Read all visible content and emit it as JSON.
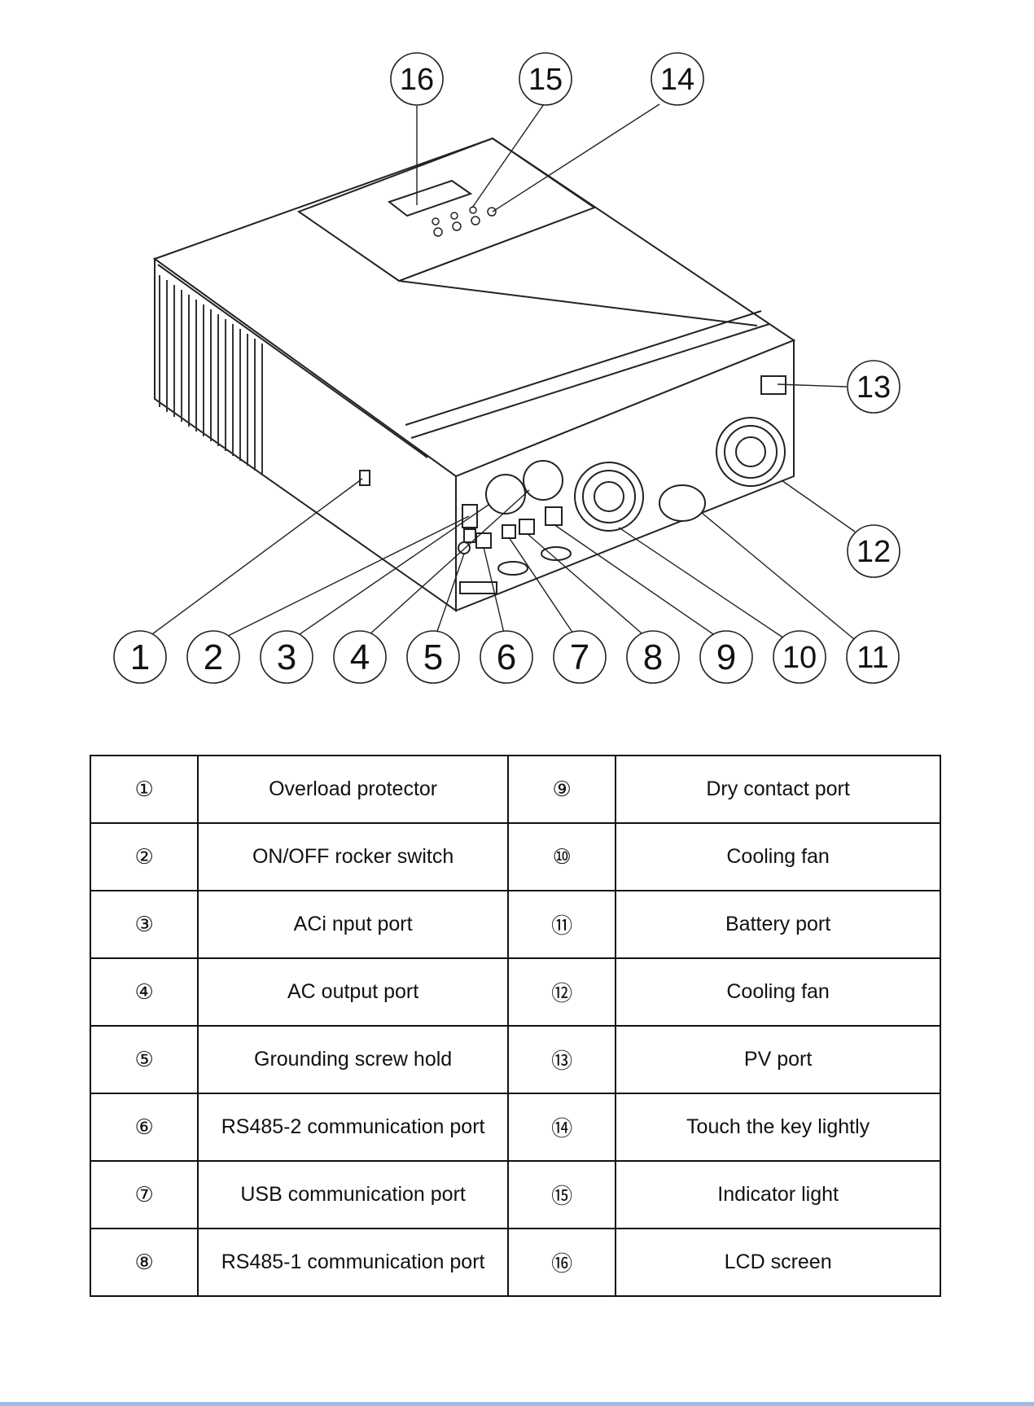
{
  "callouts": [
    "1",
    "2",
    "3",
    "4",
    "5",
    "6",
    "7",
    "8",
    "9",
    "10",
    "11",
    "12",
    "13",
    "14",
    "15",
    "16"
  ],
  "rows": [
    {
      "n1": "①",
      "d1": "Overload protector",
      "n2": "⑨",
      "d2": "Dry contact port"
    },
    {
      "n1": "②",
      "d1": "ON/OFF rocker switch",
      "n2": "⑩",
      "d2": "Cooling fan"
    },
    {
      "n1": "③",
      "d1": "ACi nput port",
      "n2": "⑪",
      "d2": "Battery port"
    },
    {
      "n1": "④",
      "d1": "AC output port",
      "n2": "⑫",
      "d2": "Cooling fan"
    },
    {
      "n1": "⑤",
      "d1": "Grounding screw hold",
      "n2": "⑬",
      "d2": "PV port"
    },
    {
      "n1": "⑥",
      "d1": "RS485-2 communication port",
      "n2": "⑭",
      "d2": "Touch the key lightly"
    },
    {
      "n1": "⑦",
      "d1": "USB communication port",
      "n2": "⑮",
      "d2": "Indicator light"
    },
    {
      "n1": "⑧",
      "d1": "RS485-1 communication port",
      "n2": "⑯",
      "d2": "LCD screen"
    }
  ]
}
